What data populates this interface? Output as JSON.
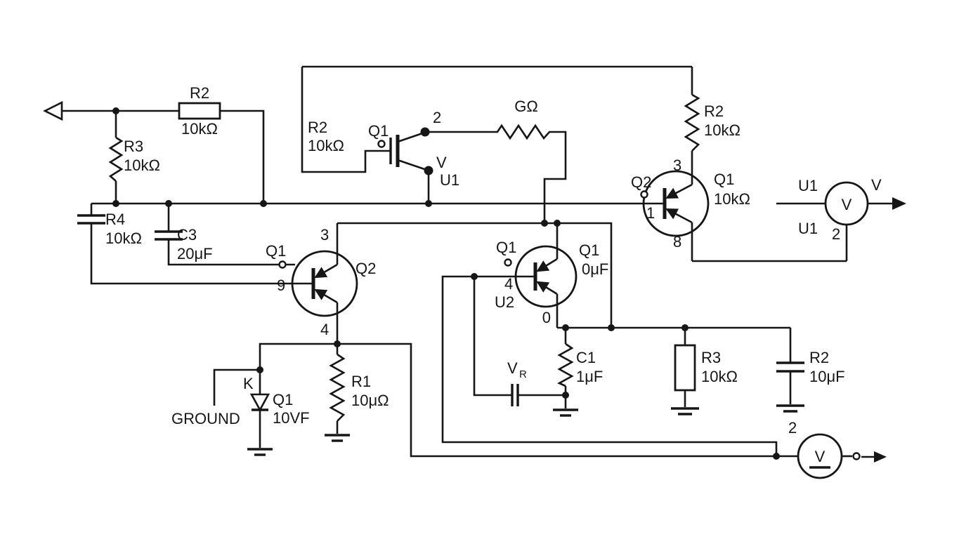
{
  "components": {
    "r2_box": {
      "name": "R2",
      "value": "10kΩ"
    },
    "r2_mid": {
      "name": "R2",
      "value": "10kΩ"
    },
    "mosfet": {
      "label": "Q1",
      "pin_drain": "2",
      "pin_v": "V",
      "pin_u1": "U1"
    },
    "g_resistor": {
      "label": "GΩ"
    },
    "r2_right": {
      "name": "R2",
      "value": "10kΩ"
    },
    "bjt_right": {
      "pin_collector": "3",
      "label_left": "Q2",
      "label_right": "Q1",
      "value": "10kΩ",
      "pin_base": "1",
      "pin_emitter": "8"
    },
    "voltmeter": {
      "label_top": "U1",
      "label_bottom": "U1",
      "display": "V",
      "out": "V",
      "pin": "2"
    },
    "r3_left": {
      "name": "R3",
      "value": "10kΩ"
    },
    "r4": {
      "name": "R4",
      "value": "10kΩ"
    },
    "c3": {
      "name": "C3",
      "value": "20μF"
    },
    "bjt_left": {
      "label_top": "Q1",
      "pin_collector": "3",
      "pin_base": "9",
      "label_right": "Q2",
      "pin_emitter": "4"
    },
    "k_node": {
      "label": "K"
    },
    "diode": {
      "name": "Q1",
      "value": "10VF"
    },
    "ground_net": {
      "label": "GROUND"
    },
    "r1": {
      "name": "R1",
      "value": "10μΩ"
    },
    "u2": {
      "label_top": "Q1",
      "pin_base": "4",
      "label": "U2",
      "label_right": "Q1",
      "value": "0μF",
      "pin_emitter": "0"
    },
    "vr": {
      "name": "V",
      "sub": "R"
    },
    "c1": {
      "name": "C1",
      "value": "1μF"
    },
    "r3_right": {
      "name": "R3",
      "value": "10kΩ"
    },
    "r2_cap": {
      "name": "R2",
      "value": "10μF"
    },
    "battery": {
      "display": "V",
      "pin": "2"
    }
  }
}
